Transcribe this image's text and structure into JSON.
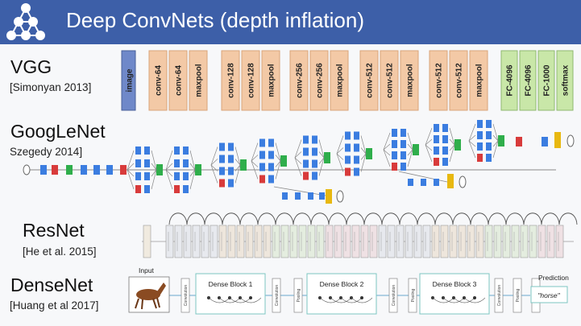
{
  "slide": {
    "title": "Deep ConvNets (depth inflation)"
  },
  "networks": [
    {
      "name": "VGG",
      "citation": "[Simonyan 2013]"
    },
    {
      "name": "GoogLeNet",
      "citation": "Szegedy 2014]"
    },
    {
      "name": "ResNet",
      "citation": "[He et al. 2015]"
    },
    {
      "name": "DenseNet",
      "citation": "[Huang et al 2017]"
    }
  ],
  "vgg": {
    "input": "image",
    "layers": [
      "conv-64",
      "conv-64",
      "maxpool",
      "conv-128",
      "conv-128",
      "maxpool",
      "conv-256",
      "conv-256",
      "maxpool",
      "conv-512",
      "conv-512",
      "maxpool",
      "conv-512",
      "conv-512",
      "maxpool",
      "FC-4096",
      "FC-4096",
      "FC-1000",
      "softmax"
    ],
    "colors": {
      "input": "#6f88c9",
      "conv": "#f3c9a6",
      "fc": "#c9e7a8"
    }
  },
  "densenet": {
    "input_label": "Input",
    "prediction_label": "Prediction",
    "output": "\"horse\"",
    "blocks": [
      "Dense Block 1",
      "Dense Block 2",
      "Dense Block 3"
    ],
    "transition_labels": [
      "Convolution",
      "Convolution",
      "Pooling",
      "Convolution",
      "Pooling",
      "Convolution",
      "Pooling",
      "Linear"
    ]
  },
  "colors": {
    "header": "#3d5fa8",
    "googlenet_conv": "#3b7de0",
    "googlenet_pool": "#d83b3b",
    "googlenet_concat": "#2fae4b",
    "googlenet_softmax": "#e8b810",
    "dense_block_border": "#7cc6c2"
  }
}
